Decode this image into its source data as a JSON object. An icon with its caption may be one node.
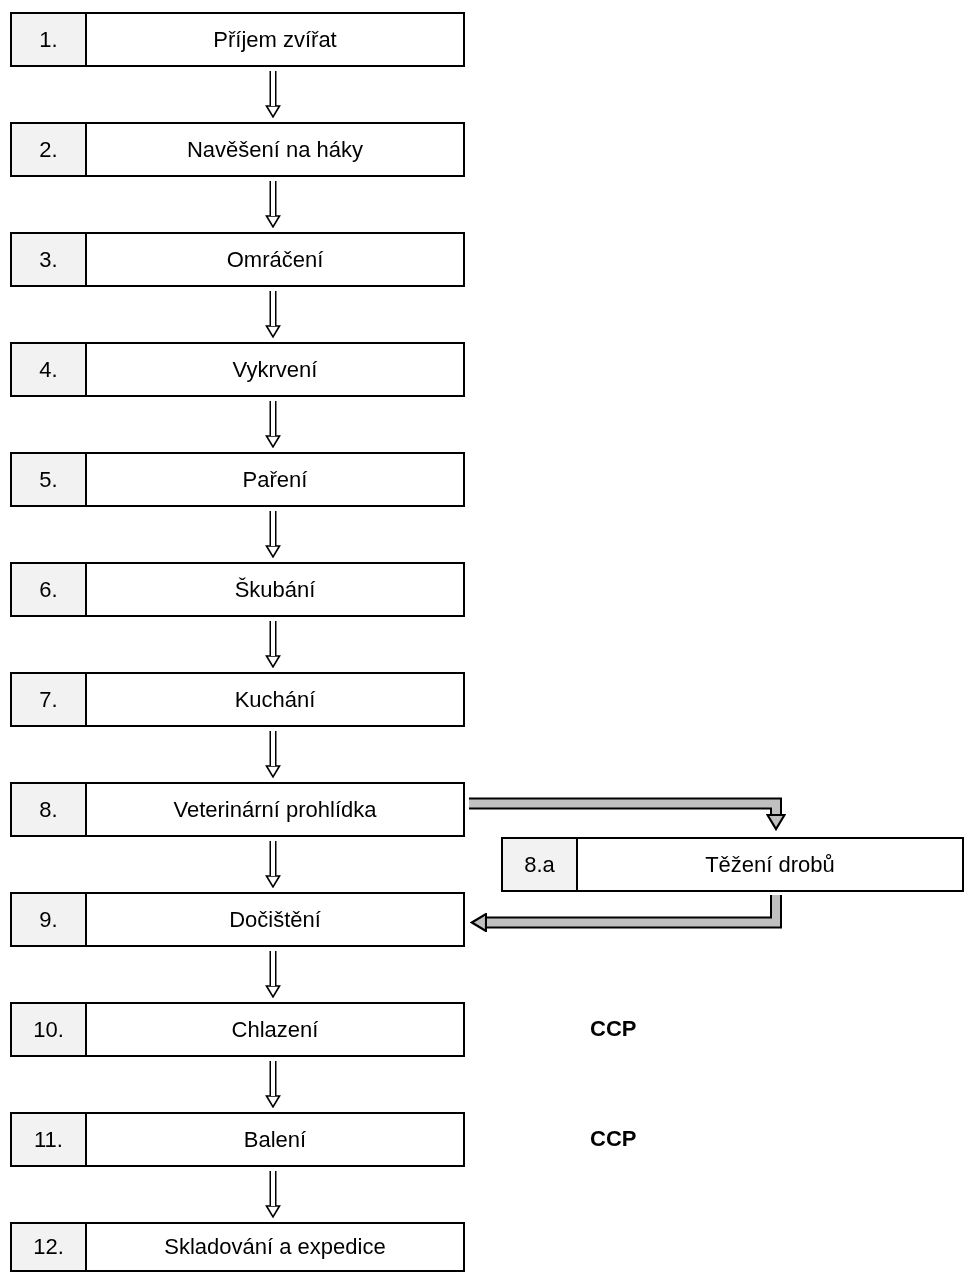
{
  "diagram": {
    "nodes": [
      {
        "text": [
          "1.",
          "Příjem zvířat"
        ]
      },
      {
        "text": [
          "2.",
          "Navěšení na háky"
        ]
      },
      {
        "text": [
          "3.",
          "Omráčení"
        ]
      },
      {
        "text": [
          "4.",
          "Vykrvení"
        ]
      },
      {
        "text": [
          "5.",
          "Paření"
        ]
      },
      {
        "text": [
          "6.",
          "Škubání"
        ]
      },
      {
        "text": [
          "7.",
          "Kuchání"
        ]
      },
      {
        "text": [
          "8.",
          "Veterinární prohlídka"
        ]
      },
      {
        "text": [
          "8.a",
          "Těžení drobů"
        ]
      },
      {
        "text": [
          "9.",
          "Dočištění"
        ]
      },
      {
        "text": [
          "10.",
          "Chlazení"
        ]
      },
      {
        "text": [
          "11.",
          "Balení"
        ]
      },
      {
        "text": [
          "12.",
          "Skladování a expedice"
        ]
      }
    ],
    "edges": [
      {
        "from": 0,
        "to": 1,
        "arrow": "to"
      },
      {
        "from": 1,
        "to": 2,
        "arrow": "to"
      },
      {
        "from": 2,
        "to": 3,
        "arrow": "to"
      },
      {
        "from": 3,
        "to": 4,
        "arrow": "to"
      },
      {
        "from": 4,
        "to": 5,
        "arrow": "to"
      },
      {
        "from": 5,
        "to": 6,
        "arrow": "to"
      },
      {
        "from": 6,
        "to": 7,
        "arrow": "to"
      },
      {
        "from": 7,
        "to": 9,
        "arrow": "to"
      },
      {
        "from": 7,
        "to": 8,
        "arrow": "to",
        "color": "#c0c0c0"
      },
      {
        "from": 8,
        "to": 9,
        "arrow": "to",
        "color": "#c0c0c0"
      },
      {
        "from": 9,
        "to": 10,
        "arrow": "to"
      },
      {
        "from": 10,
        "to": 11,
        "arrow": "to"
      },
      {
        "from": 11,
        "to": 12,
        "arrow": "to"
      }
    ],
    "labels": [
      "CCP",
      "CCP"
    ]
  }
}
